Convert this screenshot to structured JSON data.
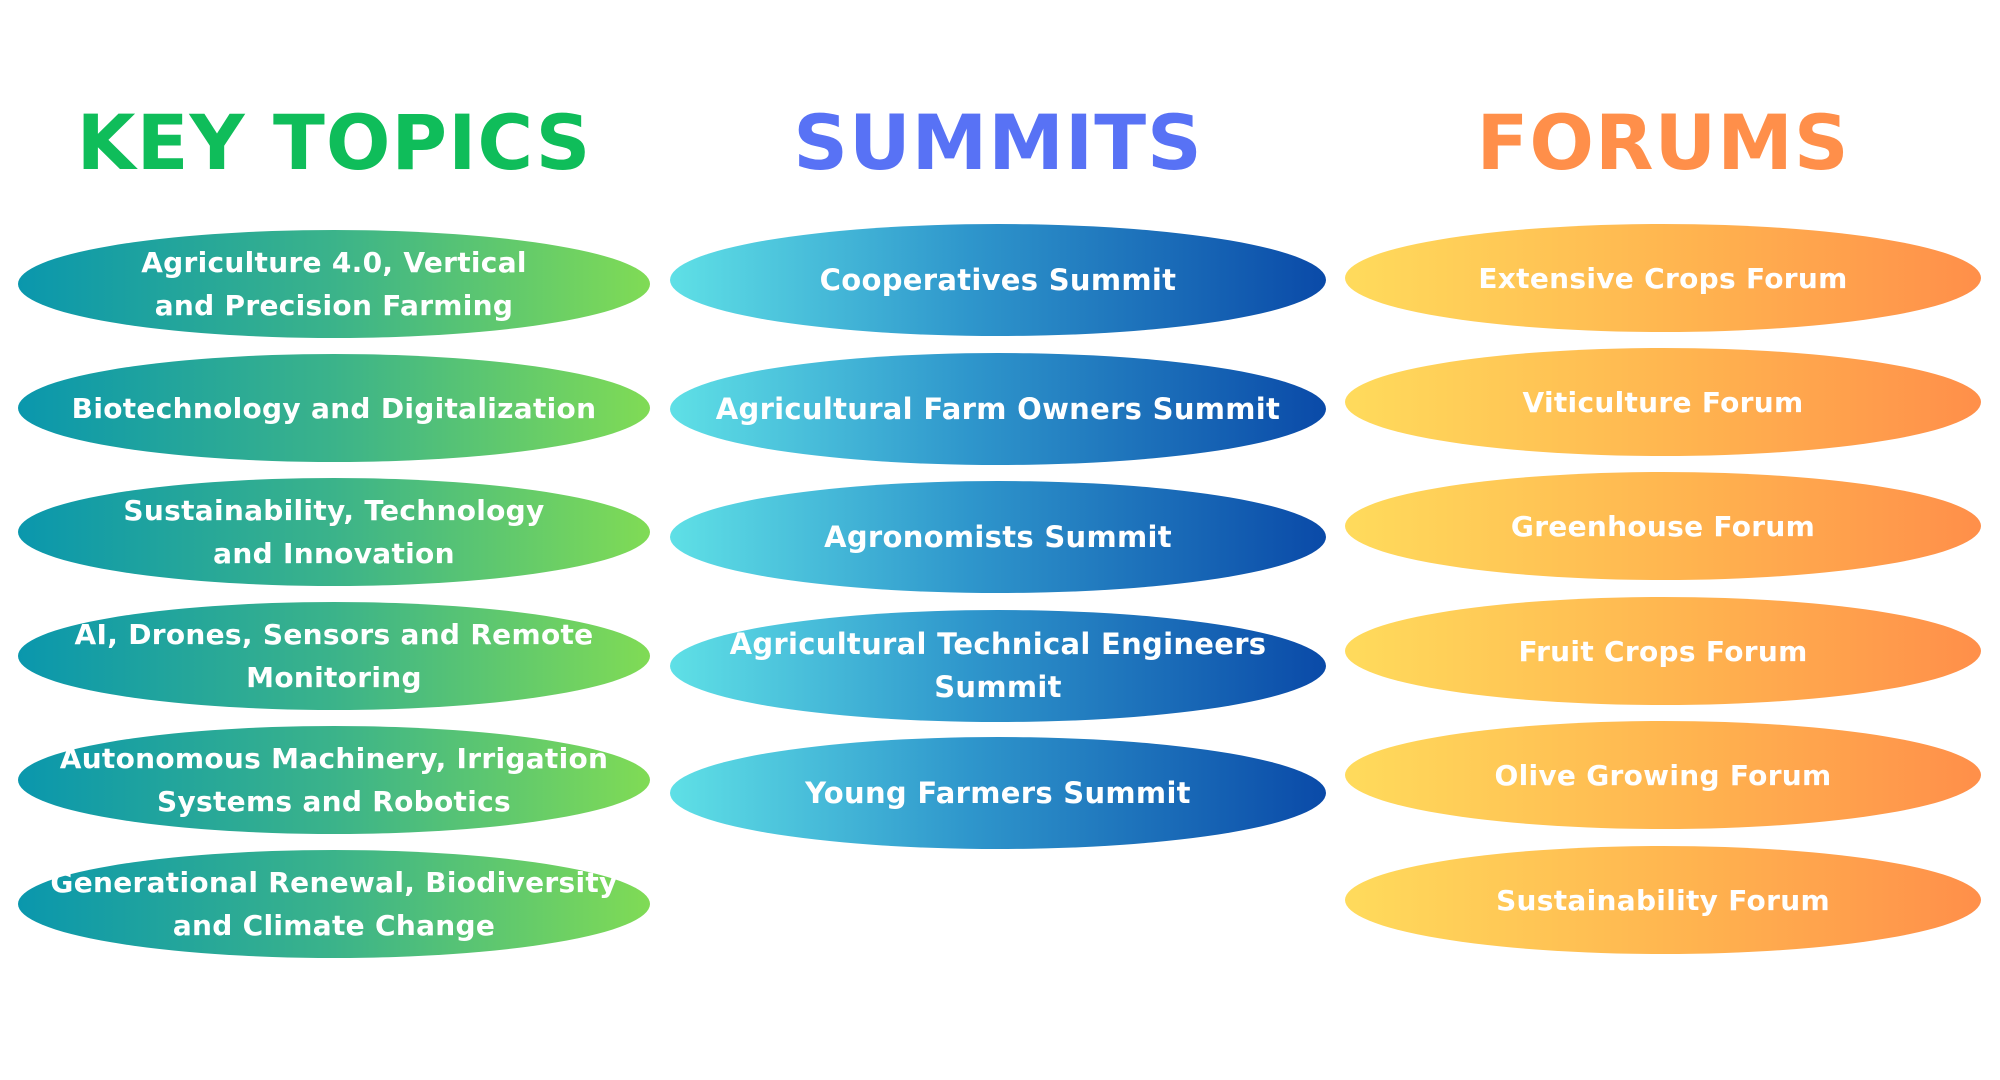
{
  "key_topics": {
    "title": "KEY TOPICS",
    "color": "#0fbd5a",
    "items": [
      {
        "line1": "Agriculture 4.0, Vertical",
        "line2": "and Precision Farming"
      },
      {
        "line1": "Biotechnology and Digitalization",
        "line2": ""
      },
      {
        "line1": "Sustainability, Technology",
        "line2": "and Innovation"
      },
      {
        "line1": "AI, Drones, Sensors and Remote",
        "line2": "Monitoring"
      },
      {
        "line1": "Autonomous Machinery, Irrigation",
        "line2": "Systems and Robotics"
      },
      {
        "line1": "Generational Renewal, Biodiversity",
        "line2": "and Climate Change"
      }
    ]
  },
  "summits": {
    "title": "SUMMITS",
    "color": "#5872f5",
    "items": [
      "Cooperatives Summit",
      "Agricultural Farm Owners Summit",
      "Agronomists Summit",
      "Agricultural Technical Engineers Summit",
      "Young Farmers Summit"
    ]
  },
  "forums": {
    "title": "FORUMS",
    "color": "#ff8f4a",
    "items": [
      "Extensive Crops Forum",
      "Viticulture Forum",
      "Greenhouse Forum",
      "Fruit Crops Forum",
      "Olive Growing Forum",
      "Sustainability Forum"
    ]
  }
}
